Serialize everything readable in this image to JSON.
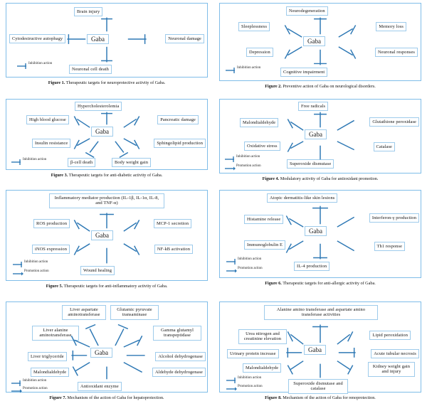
{
  "document": {
    "type": "scientific-figure-sheet",
    "center_label": "Gaba",
    "colors": {
      "connector": "#2f79b5",
      "box_border": "#9ecbeb",
      "panel_border": "#7fbde8",
      "background": "#ffffff"
    },
    "legend": {
      "inhibition": "Inhibition action",
      "promotion": "Promotion action"
    }
  },
  "figures": [
    {
      "id": "figure-1",
      "number": "Figure 1.",
      "caption": "Therapeutic targets for neuroprotective activity of Gaba.",
      "center": "Gaba",
      "legends": [
        "Inhibition action"
      ],
      "nodes": [
        {
          "label": "Brain injury",
          "relation": "inhibition",
          "position": "top"
        },
        {
          "label": "Cytodestructive autophagy",
          "relation": "inhibition",
          "position": "left"
        },
        {
          "label": "Neuronal damage",
          "relation": "inhibition",
          "position": "right"
        },
        {
          "label": "Neuronal cell death",
          "relation": "inhibition",
          "position": "bottom"
        }
      ]
    },
    {
      "id": "figure-2",
      "number": "Figure 2.",
      "caption": "Preventive action of Gaba on neurological disorders.",
      "center": "Gaba",
      "legends": [
        "Inhibition action"
      ],
      "nodes": [
        {
          "label": "Neurodegeneration",
          "relation": "inhibition",
          "position": "top"
        },
        {
          "label": "Sleeplessness",
          "relation": "inhibition",
          "position": "upper-left"
        },
        {
          "label": "Memory loss",
          "relation": "inhibition",
          "position": "upper-right"
        },
        {
          "label": "Depression",
          "relation": "inhibition",
          "position": "lower-left"
        },
        {
          "label": "Neuronal responses",
          "relation": "inhibition",
          "position": "lower-right"
        },
        {
          "label": "Cognitive impairment",
          "relation": "inhibition",
          "position": "bottom"
        }
      ]
    },
    {
      "id": "figure-3",
      "number": "Figure 3.",
      "caption": "Therapeutic targets for anti-diabetic activity of Gaba.",
      "center": "Gaba",
      "legends": [
        "Inhibition action"
      ],
      "nodes": [
        {
          "label": "Hypercholesterolemia",
          "relation": "inhibition",
          "position": "top"
        },
        {
          "label": "High blood glucose",
          "relation": "inhibition",
          "position": "upper-left"
        },
        {
          "label": "Pancreatic damage",
          "relation": "inhibition",
          "position": "upper-right"
        },
        {
          "label": "Insulin resistance",
          "relation": "inhibition",
          "position": "lower-left"
        },
        {
          "label": "Sphingolipid production",
          "relation": "inhibition",
          "position": "lower-right"
        },
        {
          "label": "β-cell death",
          "relation": "inhibition",
          "position": "bottom-left"
        },
        {
          "label": "Body weight gain",
          "relation": "inhibition",
          "position": "bottom-right"
        }
      ]
    },
    {
      "id": "figure-4",
      "number": "Figure 4.",
      "caption": "Modulatory activity of Gaba for antioxidant promotion.",
      "center": "Gaba",
      "legends": [
        "Inhibition action",
        "Promotion action"
      ],
      "nodes": [
        {
          "label": "Free radicals",
          "relation": "inhibition",
          "position": "top"
        },
        {
          "label": "Malondialdehyde",
          "relation": "inhibition",
          "position": "upper-left"
        },
        {
          "label": "Glutathione peroxidase",
          "relation": "promotion",
          "position": "upper-right"
        },
        {
          "label": "Oxidative stress",
          "relation": "inhibition",
          "position": "lower-left"
        },
        {
          "label": "Catalase",
          "relation": "promotion",
          "position": "lower-right"
        },
        {
          "label": "Superoxide dismutase",
          "relation": "promotion",
          "position": "bottom"
        }
      ]
    },
    {
      "id": "figure-5",
      "number": "Figure 5.",
      "caption": "Therapeutic targets for anti-inflammatory activity of Gaba.",
      "center": "Gaba",
      "legends": [
        "Inhibition action",
        "Promotion action"
      ],
      "nodes": [
        {
          "label": "Inflammatory mediator production (IL-1β, IL-1α, IL-8, and TNF-α)",
          "relation": "inhibition",
          "position": "top"
        },
        {
          "label": "ROS production",
          "relation": "inhibition",
          "position": "upper-left"
        },
        {
          "label": "MCP-1 secretion",
          "relation": "inhibition",
          "position": "upper-right"
        },
        {
          "label": "iNOS expression",
          "relation": "inhibition",
          "position": "lower-left"
        },
        {
          "label": "NF-kB activation",
          "relation": "inhibition",
          "position": "lower-right"
        },
        {
          "label": "Wound healing",
          "relation": "promotion",
          "position": "bottom"
        }
      ]
    },
    {
      "id": "figure-6",
      "number": "Figure 6.",
      "caption": "Therapeutic targets for anti-allergic activity of Gaba.",
      "center": "Gaba",
      "legends": [
        "Inhibition action",
        "Promotion action"
      ],
      "nodes": [
        {
          "label": "Atopic dermatitis-like skin lesions",
          "relation": "inhibition",
          "position": "top"
        },
        {
          "label": "Histamine release",
          "relation": "inhibition",
          "position": "upper-left"
        },
        {
          "label": "Interferon-γ production",
          "relation": "promotion",
          "position": "upper-right"
        },
        {
          "label": "Immunoglobulin E",
          "relation": "inhibition",
          "position": "lower-left"
        },
        {
          "label": "Th1 response",
          "relation": "promotion",
          "position": "lower-right"
        },
        {
          "label": "IL-4 production",
          "relation": "inhibition",
          "position": "bottom"
        }
      ]
    },
    {
      "id": "figure-7",
      "number": "Figure 7.",
      "caption": "Mechanism of the action of Gaba for hepatoprotection.",
      "center": "Gaba",
      "legends": [
        "Inhibition action",
        "Promotion action"
      ],
      "nodes": [
        {
          "label": "Liver aspartate aminotransferase",
          "relation": "inhibition",
          "position": "top-left"
        },
        {
          "label": "Glutamic pyruvate transaminase",
          "relation": "inhibition",
          "position": "top-right"
        },
        {
          "label": "Liver alanine aminotransferase",
          "relation": "inhibition",
          "position": "upper-left"
        },
        {
          "label": "Gamma glutamyl transpeptidase",
          "relation": "inhibition",
          "position": "upper-right"
        },
        {
          "label": "Liver triglyceride",
          "relation": "inhibition",
          "position": "mid-left"
        },
        {
          "label": "Alcohol dehydrogenase",
          "relation": "promotion",
          "position": "mid-right"
        },
        {
          "label": "Malondialdehyde",
          "relation": "inhibition",
          "position": "lower-left"
        },
        {
          "label": "Aldehyde dehydrogenase",
          "relation": "promotion",
          "position": "lower-right"
        },
        {
          "label": "Antioxidant enzyme",
          "relation": "promotion",
          "position": "bottom"
        }
      ]
    },
    {
      "id": "figure-8",
      "number": "Figure 8.",
      "caption": "Mechanism of the action of Gaba for renoprotection.",
      "center": "Gaba",
      "legends": [
        "Inhibition action",
        "Promotion action"
      ],
      "nodes": [
        {
          "label": "Alanine amino transferase and aspartate amino transferase activities",
          "relation": "inhibition",
          "position": "top"
        },
        {
          "label": "Urea nitrogen and creatinine elevation",
          "relation": "inhibition",
          "position": "upper-left"
        },
        {
          "label": "Lipid peroxidation",
          "relation": "inhibition",
          "position": "upper-right"
        },
        {
          "label": "Urinary protein increase",
          "relation": "inhibition",
          "position": "mid-left"
        },
        {
          "label": "Acute tubular necrosis",
          "relation": "inhibition",
          "position": "mid-right"
        },
        {
          "label": "Malondialdehyde",
          "relation": "inhibition",
          "position": "lower-left"
        },
        {
          "label": "Kidney weight gain and injury",
          "relation": "inhibition",
          "position": "lower-right"
        },
        {
          "label": "Superoxide dismutase and catalase",
          "relation": "promotion",
          "position": "bottom"
        }
      ]
    }
  ]
}
